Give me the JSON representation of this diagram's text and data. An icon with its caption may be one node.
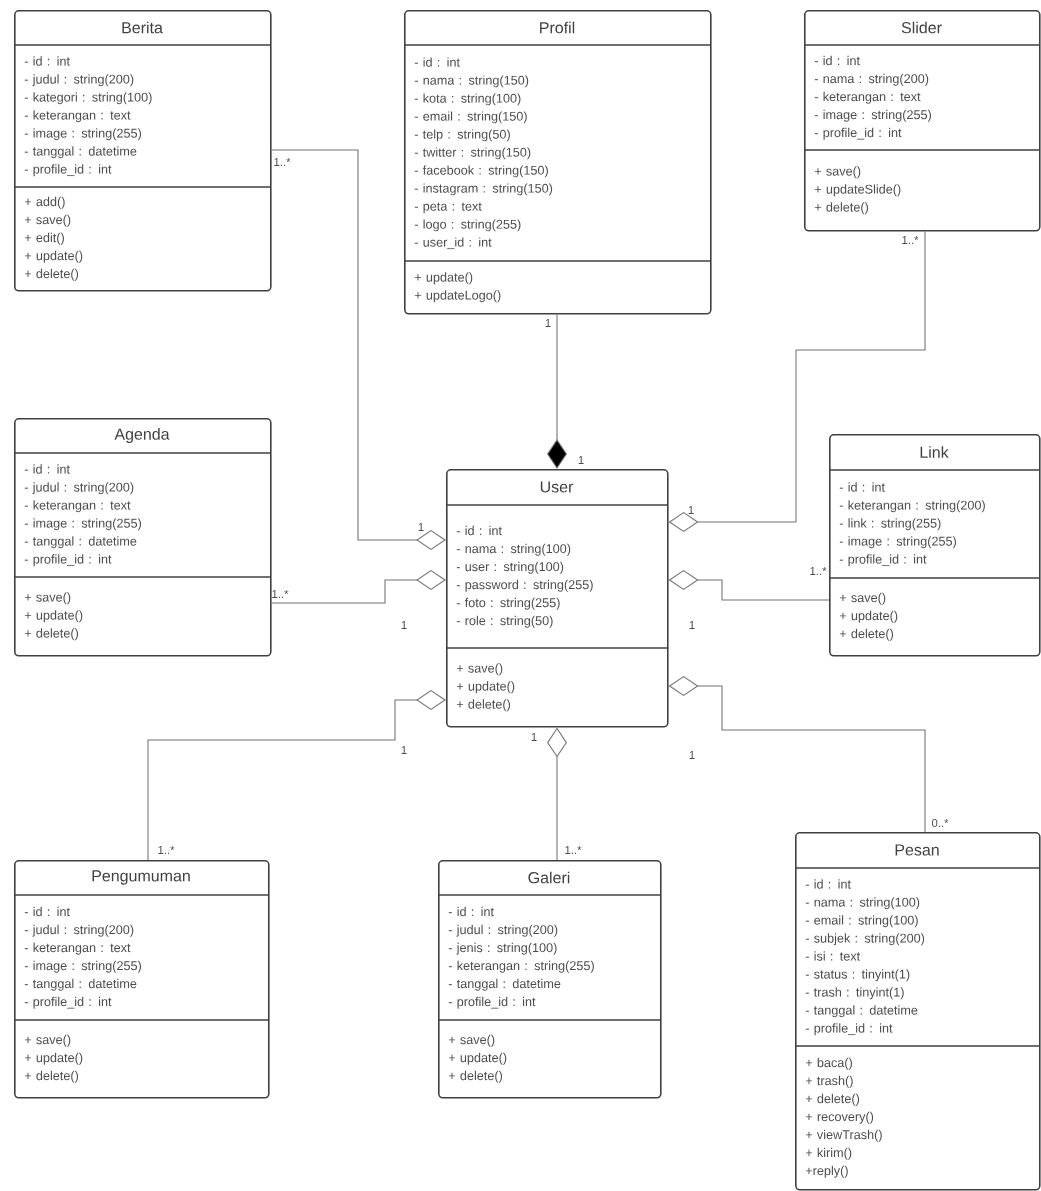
{
  "diagram": {
    "nodes": [
      {
        "text": [
          "Berita"
        ]
      },
      {
        "text": [
          "- id : int",
          "- judul : string(200)",
          "- kategori : string(100)",
          "- keterangan : text",
          "- image : string(255)",
          "- tanggal : datetime",
          "- profile_id : int"
        ],
        "in": 0
      },
      {
        "text": [
          "+ add()",
          "+ save()",
          "+ edit()",
          "+ update()",
          "+ delete()"
        ],
        "in": 0
      },
      {
        "text": [
          "Profil"
        ]
      },
      {
        "text": [
          "- id : int",
          "- nama : string(150)",
          "- kota : string(100)",
          "- email : string(150)",
          "- telp : string(50)",
          "- twitter : string(150)",
          "- facebook : string(150)",
          "- instagram : string(150)",
          "- peta : text",
          "- logo : string(255)",
          "- user_id : int"
        ],
        "in": 3
      },
      {
        "text": [
          "+ update()",
          "+ updateLogo()"
        ],
        "in": 3
      },
      {
        "text": [
          "Slider"
        ]
      },
      {
        "text": [
          "- id : int",
          "- nama : string(200)",
          "- keterangan : text",
          "- image : string(255)",
          "- profile_id : int"
        ],
        "in": 6
      },
      {
        "text": [
          "+ save()",
          "+ updateSlide()",
          "+ delete()"
        ],
        "in": 6
      },
      {
        "text": [
          "Agenda"
        ]
      },
      {
        "text": [
          "- id : int",
          "- judul : string(200)",
          "- keterangan : text",
          "- image : string(255)",
          "- tanggal : datetime",
          "- profile_id : int"
        ],
        "in": 9
      },
      {
        "text": [
          "+ save()",
          "+ update()",
          "+ delete()"
        ],
        "in": 9
      },
      {
        "text": [
          "User"
        ]
      },
      {
        "text": [
          "- id : int",
          "- nama : string(100)",
          "- user : string(100)",
          "- password : string(255)",
          "- foto : string(255)",
          "- role : string(50)"
        ],
        "in": 12
      },
      {
        "text": [
          "+ save()",
          "+ update()",
          "+ delete()"
        ],
        "in": 12
      },
      {
        "text": [
          "Link"
        ]
      },
      {
        "text": [
          "- id : int",
          "- keterangan : string(200)",
          "- link : string(255)",
          "- image : string(255)",
          "- profile_id : int"
        ],
        "in": 15
      },
      {
        "text": [
          "+ save()",
          "+ update()",
          "+ delete()"
        ],
        "in": 15
      },
      {
        "text": [
          "Pengumuman"
        ]
      },
      {
        "text": [
          "- id : int",
          "- judul : string(200)",
          "- keterangan : text",
          "- image : string(255)",
          "- tanggal : datetime",
          "- profile_id : int"
        ],
        "in": 18
      },
      {
        "text": [
          "+ save()",
          "+ update()",
          "+ delete()"
        ],
        "in": 18
      },
      {
        "text": [
          "Galeri"
        ]
      },
      {
        "text": [
          "- id : int",
          "- judul : string(200)",
          "- jenis : string(100)",
          "- keterangan : string(255)",
          "- tanggal : datetime",
          "- profile_id : int"
        ],
        "in": 21
      },
      {
        "text": [
          "+ save()",
          "+ update()",
          "+ delete()"
        ],
        "in": 21
      },
      {
        "text": [
          "Pesan"
        ]
      },
      {
        "text": [
          "- id : int",
          "- nama : string(100)",
          "- email : string(100)",
          "- subjek : string(200)",
          "- isi : text",
          "- status : tinyint(1)",
          "- trash : tinyint(1)",
          "- tanggal : datetime",
          "- profile_id : int"
        ],
        "in": 24
      },
      {
        "text": [
          "+ baca()",
          "+ trash()",
          "+ delete()",
          "+ recovery()",
          "+ viewTrash()",
          "+ kirim()",
          "+reply()"
        ],
        "in": 24
      }
    ],
    "edges": [
      {
        "from": 0,
        "to": 12,
        "arrow": "other"
      },
      {
        "from": 3,
        "to": 12,
        "arrow": "other"
      },
      {
        "from": 6,
        "to": 12,
        "arrow": "other"
      },
      {
        "from": 9,
        "to": 12,
        "arrow": "other"
      },
      {
        "from": 15,
        "to": 12,
        "arrow": "other"
      },
      {
        "from": 18,
        "to": 12,
        "arrow": "other"
      },
      {
        "from": 21,
        "to": 12,
        "arrow": "other"
      },
      {
        "from": 24,
        "to": 12,
        "arrow": "other"
      }
    ],
    "labels": [
      "1..*",
      "1..*",
      "1",
      "1",
      "1",
      "1",
      "1..*",
      "1..*",
      "1",
      "1",
      "1",
      "1",
      "1",
      "0..*",
      "1..*",
      "1..*"
    ]
  }
}
